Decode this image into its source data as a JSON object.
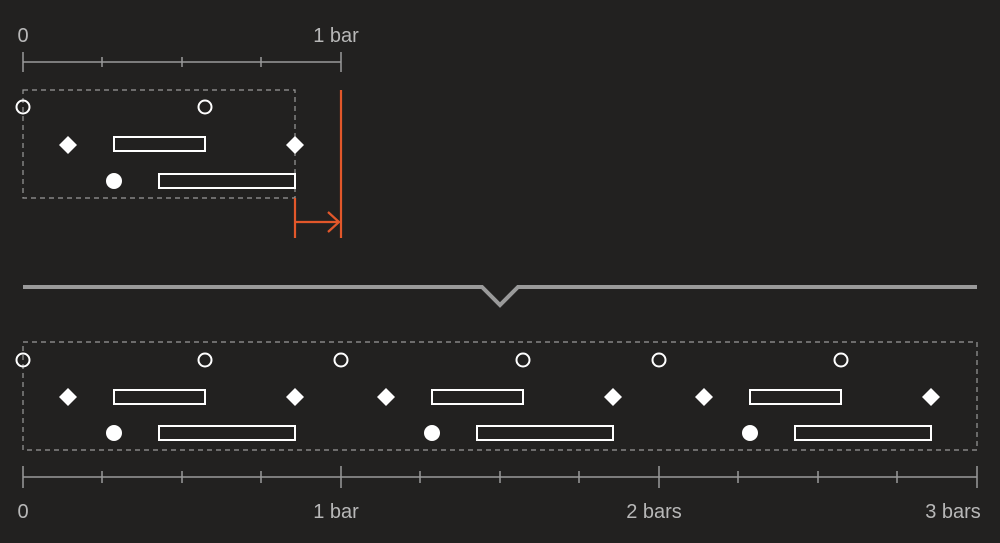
{
  "top_ruler": {
    "labels": [
      "0",
      "1 bar"
    ]
  },
  "bottom_ruler": {
    "labels": [
      "0",
      "1 bar",
      "2 bars",
      "3 bars"
    ]
  },
  "colors": {
    "background": "#222120",
    "accent": "#e2572a",
    "ink": "#ffffff",
    "muted": "#9a9a9a"
  }
}
